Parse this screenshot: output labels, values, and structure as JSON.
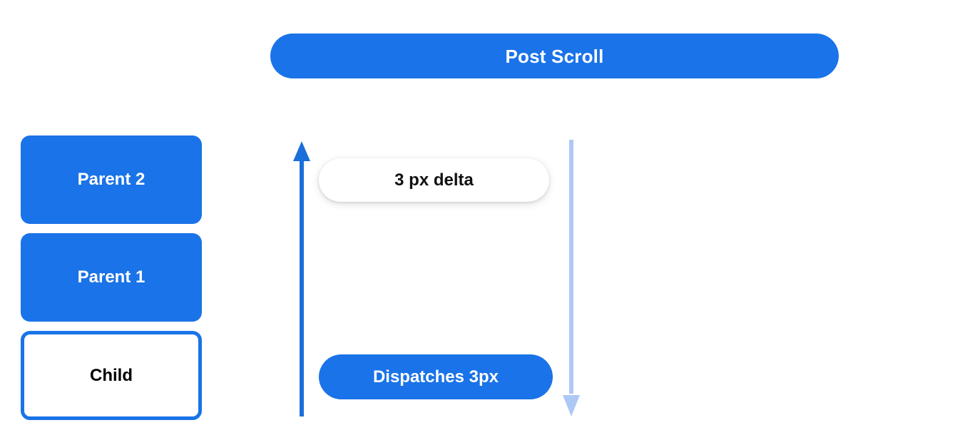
{
  "colors": {
    "brand_blue": "#1a73e8",
    "arrow_blue": "#1a6fdb",
    "arrow_light_blue": "#aec8f5",
    "text_on_blue": "#ffffff",
    "text_dark": "#000000",
    "background": "#ffffff"
  },
  "header": {
    "title": "Post Scroll"
  },
  "box_stack": {
    "items": [
      {
        "label": "Parent 2",
        "style": "filled"
      },
      {
        "label": "Parent 1",
        "style": "filled"
      },
      {
        "label": "Child",
        "style": "outlined"
      }
    ]
  },
  "diagram": {
    "up_arrow": {
      "name": "scroll-up-arrow",
      "direction": "up",
      "color": "#1a6fdb"
    },
    "down_arrow": {
      "name": "dispatch-down-arrow",
      "direction": "down",
      "color": "#aec8f5"
    },
    "callouts": [
      {
        "label": "3 px delta",
        "style": "white"
      },
      {
        "label": "Dispatches 3px",
        "style": "blue"
      }
    ]
  }
}
